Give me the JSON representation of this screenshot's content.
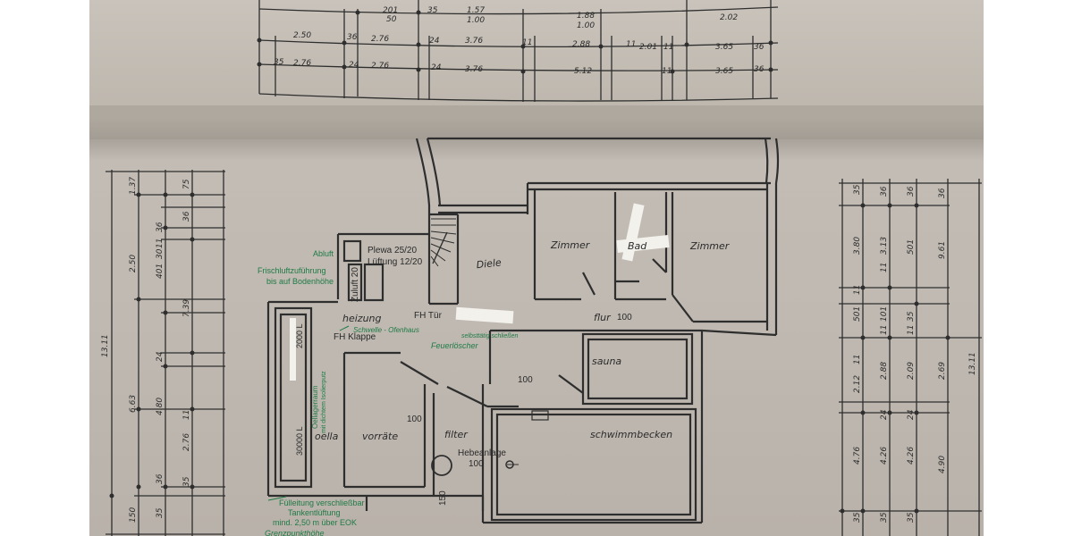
{
  "colors": {
    "paper": "#c2bcb4",
    "ink": "#2e2e2e",
    "green_stamp": "#1f7a45",
    "white_label": "#f3f1ec"
  },
  "top_dimensions": {
    "row1": [
      "201",
      "50",
      "35",
      "1.57",
      "1.00",
      "1.88",
      "1.00",
      "2.02"
    ],
    "row2": [
      "2.50",
      "36",
      "2.76",
      "24",
      "3.76",
      "11",
      "2.88",
      "11",
      "2.01",
      "11",
      "3.65",
      "36"
    ],
    "row3": [
      "35",
      "2.76",
      "24",
      "2.76",
      "24",
      "3.76",
      "5.12",
      "11",
      "3.65",
      "36"
    ]
  },
  "left_dimensions": {
    "outer": [
      "13.11"
    ],
    "col2": [
      "1.37",
      "2.50",
      "6.63",
      "150"
    ],
    "col3": [
      "36",
      "11",
      "30",
      "401",
      "24",
      "4.80",
      "36",
      "35"
    ],
    "col4": [
      "75",
      "36",
      "7.39",
      "2.76",
      "11",
      "35"
    ]
  },
  "right_dimensions": {
    "col1": [
      "35",
      "3.80",
      "11",
      "501",
      "11",
      "2.12",
      "4.76",
      "35"
    ],
    "col2": [
      "36",
      "3.13",
      "11",
      "101",
      "11",
      "2.88",
      "24",
      "4.26",
      "35"
    ],
    "col3": [
      "36",
      "501",
      "35",
      "11",
      "2.09",
      "24",
      "4.26",
      "35"
    ],
    "col4": [
      "36",
      "9.61",
      "2.69",
      "4.90"
    ],
    "outer": [
      "13.11"
    ]
  },
  "rooms": {
    "diele": "Diele",
    "zimmer_left": "Zimmer",
    "bad": "Bad",
    "zimmer_right": "Zimmer",
    "flur": "flur",
    "sauna": "sauna",
    "schwimmbecken": "schwimmbecken",
    "vorraete": "vorräte",
    "filter": "filter",
    "keller": "oella",
    "heizung": "heizung"
  },
  "annotations": {
    "abluft": "Abluft",
    "frischluft_1": "Frischluftzuführung",
    "frischluft_2": "bis auf Bodenhöhe",
    "zuluft": "Zuluft 20",
    "plewa_1": "Plewa 25/20",
    "plewa_2": "Lüftung 12/20",
    "fh_tuer": "FH Tür",
    "fh_klappe": "FH Klappe",
    "flur_100": "100",
    "sauna_100": "100",
    "vorraete_100": "100",
    "hebeanlage": "Hebeanlage",
    "hebeanlage_100": "100",
    "dim_150": "150",
    "tank_1": "Oellagerraum",
    "tank_2": "mit dichtem Isolierputz",
    "tank_3": "30000 L",
    "tank_4": "2000 L",
    "fuell_1": "Fülleitung verschließbar",
    "fuell_2": "Tankentlüftung",
    "fuell_3": "mind. 2,50 m über EOK",
    "grenz": "Grenzpunkthöhe",
    "schwelle": "Schwelle - Ofenhaus",
    "selbstt": "selbsttätig schließen",
    "feuer": "Feuerlöscher"
  }
}
